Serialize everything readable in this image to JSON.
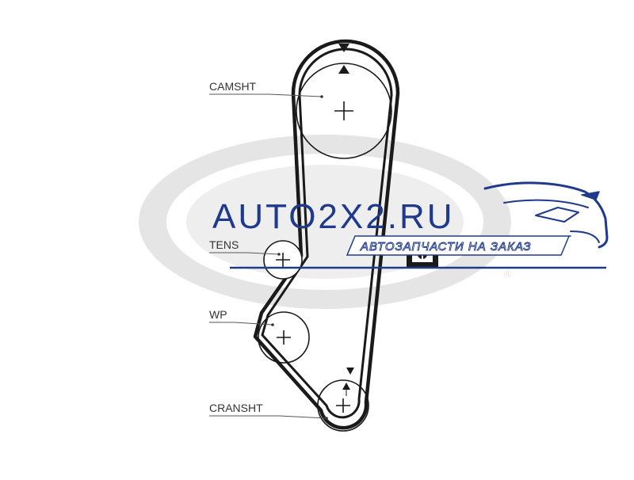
{
  "diagram": {
    "labels": {
      "camshaft": "CAMSHT",
      "tensioner": "TENS",
      "water_pump": "WP",
      "crankshaft": "CRANSHT"
    },
    "registered_mark": "®",
    "colors": {
      "belt": "#1a1a1a",
      "watermark": "#e3e3e3",
      "leader": "#555555"
    }
  },
  "watermark_logo": {
    "text": "AUTO2X2.RU",
    "subtitle": "АВТОЗАПЧАСТИ НА ЗАКАЗ",
    "colors": {
      "brand": "#1f3a8c"
    },
    "icon": "car-silhouette-icon"
  }
}
